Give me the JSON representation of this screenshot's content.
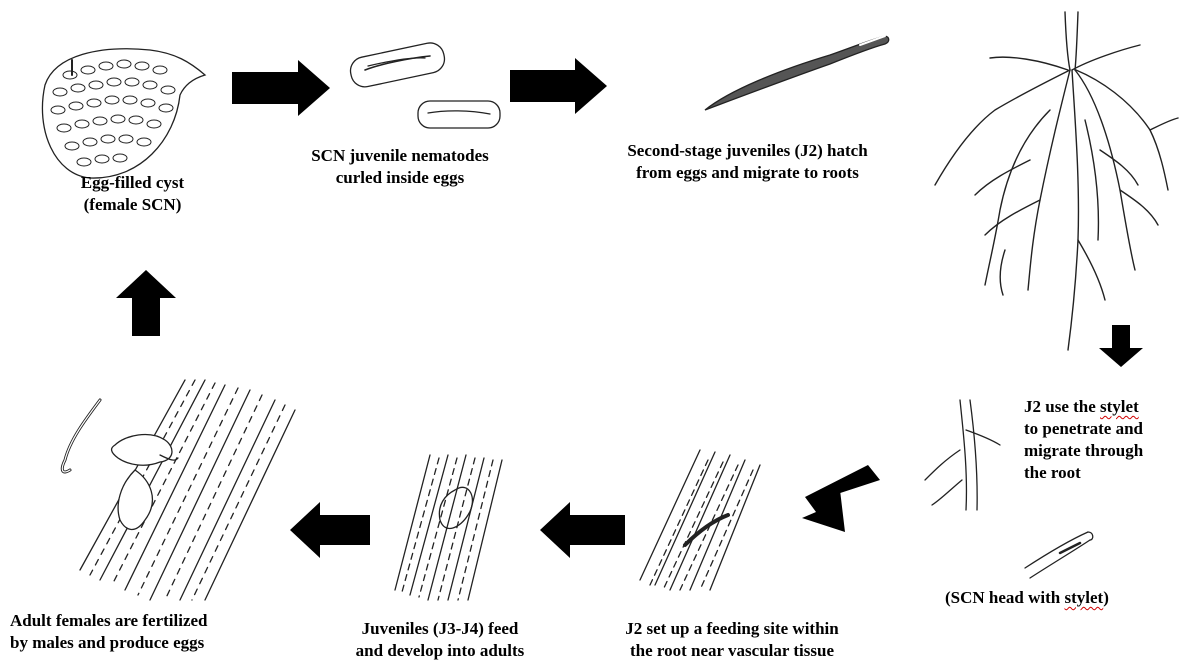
{
  "stages": {
    "cyst": "Egg-filled cyst\n(female SCN)",
    "eggs": "SCN juvenile nematodes\ncurled inside eggs",
    "hatch": "Second-stage juveniles (J2) hatch\nfrom eggs and migrate to roots",
    "penetrate_prefix": "J2 use the ",
    "penetrate_word": "stylet",
    "penetrate_rest": "\nto penetrate and\nmigrate through\nthe root",
    "head_prefix": "(SCN head with ",
    "head_word": "stylet",
    "head_suffix": ")",
    "feeding": "J2 set up a feeding site within\nthe root near vascular tissue",
    "develop": "Juveniles (J3-J4) feed\nand develop into adults",
    "adults": "Adult females are fertilized\nby males and produce eggs"
  },
  "colors": {
    "ink": "#000000",
    "spellcheck": "#d00000"
  }
}
